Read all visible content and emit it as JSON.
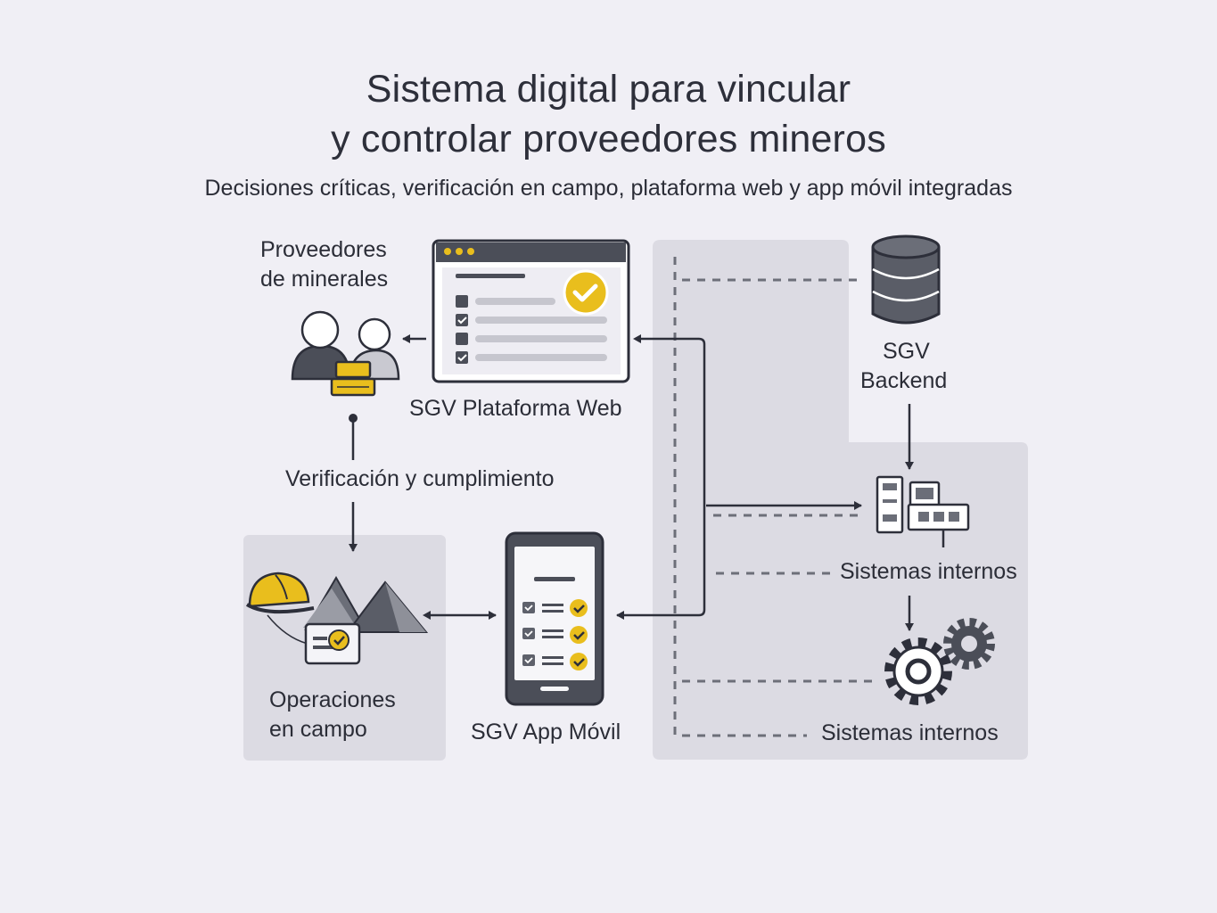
{
  "title_line1": "Sistema digital para vincular",
  "title_line2": "y controlar proveedores mineros",
  "subtitle": "Decisiones críticas, verificación en campo, plataforma web y app móvil integradas",
  "nodes": {
    "providers_line1": "Proveedores",
    "providers_line2": "de minerales",
    "web_platform": "SGV Plataforma Web",
    "backend_line1": "SGV",
    "backend_line2": "Backend",
    "verification": "Verificación y cumplimiento",
    "field_line1": "Operaciones",
    "field_line2": "en campo",
    "mobile_app": "SGV App Móvil",
    "internal_systems_1": "Sistemas internos",
    "internal_systems_2": "Sistemas internos"
  },
  "colors": {
    "accent": "#e9be1d",
    "dark": "#2d2f3a",
    "panel": "#dcdbe3",
    "icon_gray": "#5e616b"
  }
}
